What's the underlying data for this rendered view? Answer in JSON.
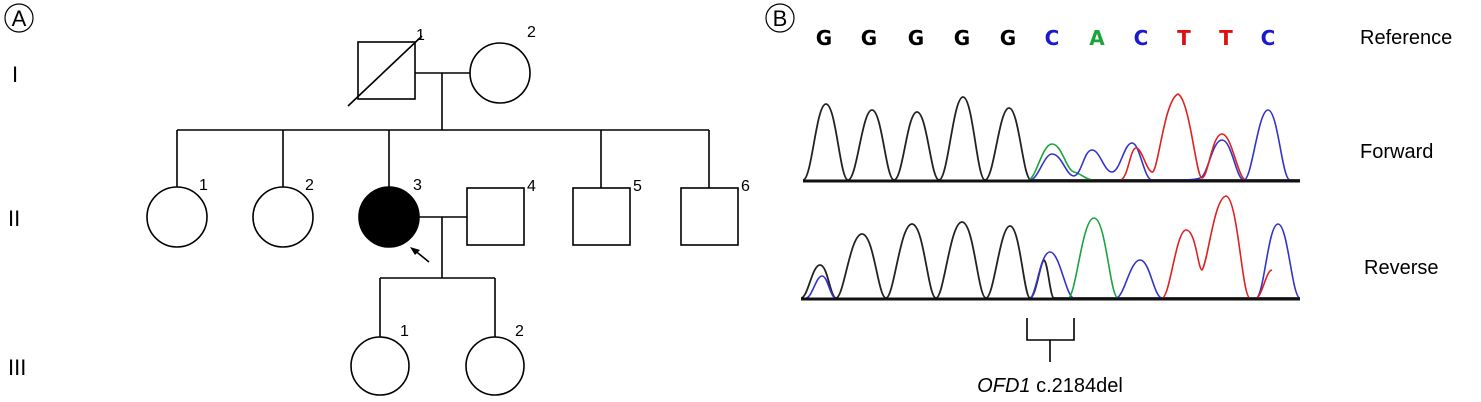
{
  "panels": {
    "a": "A",
    "b": "B"
  },
  "generations": [
    "I",
    "II",
    "III"
  ],
  "individuals": {
    "I_1": "1",
    "I_2": "2",
    "II_1": "1",
    "II_2": "2",
    "II_3": "3",
    "II_4": "4",
    "II_5": "5",
    "II_6": "6",
    "III_1": "1",
    "III_2": "2"
  },
  "pedigree_status": {
    "I_1": "deceased male",
    "II_3": "affected female, proband"
  },
  "sequence": {
    "bases": [
      "G",
      "G",
      "G",
      "G",
      "G",
      "C",
      "A",
      "C",
      "T",
      "T",
      "C"
    ],
    "tracks": [
      "Reference",
      "Forward",
      "Reverse"
    ],
    "mutation_gene": "OFD1",
    "mutation_change": " c.2184del"
  },
  "colors": {
    "G": "#000000",
    "A": "#1aa53c",
    "C": "#1a1ad0",
    "T": "#dd1111",
    "trace_black": "#222222",
    "trace_green": "#1aa53c",
    "trace_blue": "#3333cc",
    "trace_red": "#dd2222"
  }
}
